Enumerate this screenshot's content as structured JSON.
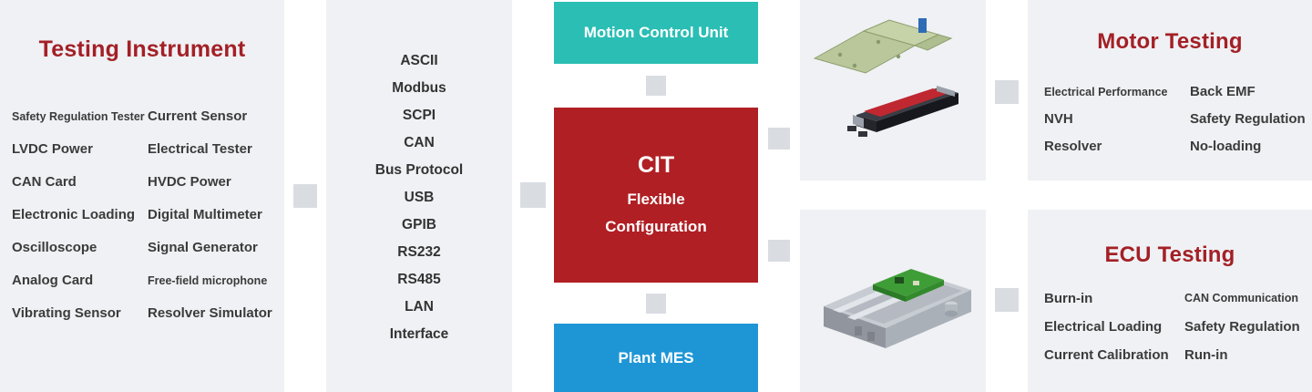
{
  "testing_instrument": {
    "title": "Testing Instrument",
    "col1": [
      "Safety Regulation Tester",
      "LVDC Power",
      "CAN Card",
      "Electronic Loading",
      "Oscilloscope",
      "Analog Card",
      "Vibrating Sensor"
    ],
    "col2": [
      "Current Sensor",
      "Electrical Tester",
      "HVDC Power",
      "Digital Multimeter",
      "Signal Generator",
      "Free-field microphone",
      "Resolver Simulator"
    ]
  },
  "protocols": {
    "items": [
      "ASCII",
      "Modbus",
      "SCPI",
      "CAN",
      "Bus Protocol",
      "USB",
      "GPIB",
      "RS232",
      "RS485",
      "LAN",
      "Interface"
    ]
  },
  "center": {
    "motion_box": "Motion Control Unit",
    "cit_title": "CIT",
    "cit_sub1": "Flexible",
    "cit_sub2": "Configuration",
    "mes_box": "Plant MES"
  },
  "motor_testing": {
    "title": "Motor Testing",
    "col1": [
      "Electrical Performance",
      "NVH",
      "Resolver"
    ],
    "col2": [
      "Back EMF",
      "Safety Regulation",
      "No-loading"
    ]
  },
  "ecu_testing": {
    "title": "ECU Testing",
    "col1": [
      "Burn-in",
      "Electrical Loading",
      "Current Calibration"
    ],
    "col2": [
      "CAN Communication",
      "Safety Regulation",
      "Run-in"
    ]
  },
  "colors": {
    "accent_red": "#A32026",
    "teal": "#2ABEB4",
    "cit_red": "#B01F24",
    "blue": "#1E96D6",
    "panel_gray": "#EFF1F4",
    "connector_gray": "#D9DDE2"
  }
}
